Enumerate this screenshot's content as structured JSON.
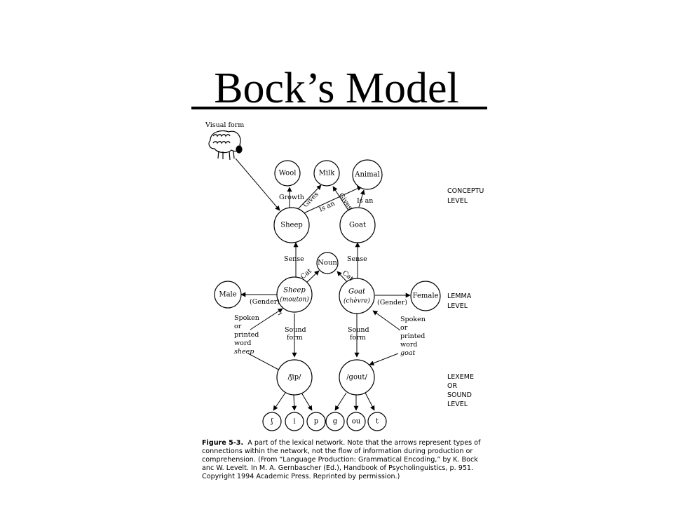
{
  "slide": {
    "title": "Bock’s Model"
  },
  "diagram": {
    "visual_form_label": "Visual form",
    "nodes": {
      "wool": "Wool",
      "milk": "Milk",
      "animal": "Animal",
      "sheep_concept": "Sheep",
      "goat_concept": "Goat",
      "noun": "Noun",
      "male": "Male",
      "female": "Female",
      "sheep_lemma": "Sheep",
      "sheep_lemma_sub": "(mouton)",
      "goat_lemma": "Goat",
      "goat_lemma_sub": "(chèvre)",
      "sheep_lexeme": "/ʃip/",
      "goat_lexeme": "/gout/",
      "phonemes": [
        "ʃ",
        "i",
        "p",
        "g",
        "ou",
        "t"
      ]
    },
    "edge_labels": {
      "growth": "Growth",
      "gives_1": "Gives",
      "gives_2": "Gives",
      "is_an_1": "Is an",
      "is_an_2": "Is an",
      "sense_1": "Sense",
      "sense_2": "Sense",
      "cat_1": "Cat",
      "cat_2": "Cat",
      "gender_1": "(Gender)",
      "gender_2": "(Gender)",
      "sound_form_1": [
        "Sound",
        "form"
      ],
      "sound_form_2": [
        "Sound",
        "form"
      ],
      "spoken_1": [
        "Spoken",
        "or",
        "printed",
        "word",
        "sheep"
      ],
      "spoken_2": [
        "Spoken",
        "or",
        "printed",
        "word",
        "goat"
      ]
    },
    "levels": {
      "conceptual": [
        "CONCEPTU",
        "LEVEL"
      ],
      "lemma": [
        "LEMMA",
        "LEVEL"
      ],
      "lexeme": [
        "LEXEME",
        "OR",
        "SOUND",
        "LEVEL"
      ]
    }
  },
  "caption": {
    "figure_label": "Figure 5-3.",
    "text": "A part of the lexical network. Note that the arrows represent types of connections within the network, not the flow of information during production or comprehension. (From “Language Production: Grammatical Encoding,” by K. Bock anc W. Levelt. In M. A. Gernbascher (Ed.), Handbook of Psycholinguistics, p. 951. Copyright 1994 Academic Press. Reprinted by permission.)"
  }
}
